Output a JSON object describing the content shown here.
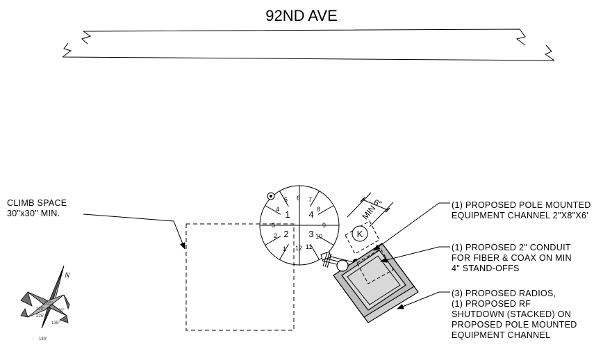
{
  "street": {
    "name": "92ND AVE"
  },
  "notes": {
    "climb_space": [
      "CLIMB SPACE",
      "30\"x30\" MIN."
    ],
    "equipment_channel": [
      "(1)  PROPOSED POLE MOUNTED",
      "EQUIPMENT CHANNEL 2\"X8\"X6'"
    ],
    "conduit": [
      "(1)  PROPOSED 2\" CONDUIT",
      "FOR FIBER & COAX ON MIN",
      "4\" STAND-OFFS"
    ],
    "radios": [
      "(3) PROPOSED RADIOS,",
      "(1) PROPOSED RF",
      "SHUTDOWN (STACKED) ON",
      "PROPOSED POLE MOUNTED",
      "EQUIPMENT CHANNEL"
    ]
  },
  "dimension": {
    "value": "6\"",
    "suffix": "MIN"
  },
  "keynote": {
    "label": "K"
  },
  "pole": {
    "quadrants": [
      "1",
      "2",
      "3",
      "4"
    ],
    "positions": [
      "1",
      "2",
      "3",
      "4",
      "5",
      "6",
      "7",
      "8",
      "9",
      "10",
      "11",
      "12"
    ]
  },
  "north_arrow": {
    "label": "N",
    "bearings": [
      "270°",
      "315°",
      "225°",
      "180°",
      "135°",
      "90°"
    ]
  }
}
